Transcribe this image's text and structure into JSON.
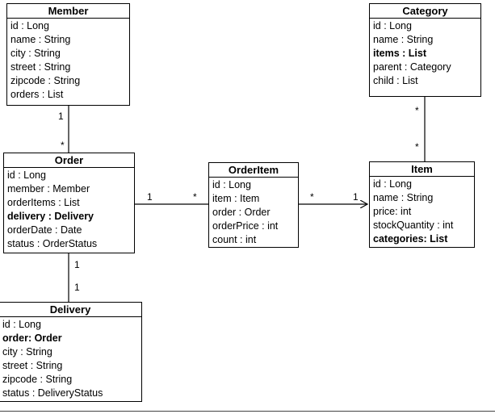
{
  "classes": {
    "member": {
      "name": "Member",
      "attributes": [
        {
          "text": "id : Long",
          "bold": false
        },
        {
          "text": "name : String",
          "bold": false
        },
        {
          "text": "city : String",
          "bold": false
        },
        {
          "text": "street : String",
          "bold": false
        },
        {
          "text": "zipcode : String",
          "bold": false
        },
        {
          "text": "orders : List",
          "bold": false
        }
      ]
    },
    "order": {
      "name": "Order",
      "attributes": [
        {
          "text": "id : Long",
          "bold": false
        },
        {
          "text": "member : Member",
          "bold": false
        },
        {
          "text": "orderItems : List",
          "bold": false
        },
        {
          "text": "delivery : Delivery",
          "bold": true
        },
        {
          "text": "orderDate : Date",
          "bold": false
        },
        {
          "text": "status : OrderStatus",
          "bold": false
        }
      ]
    },
    "delivery": {
      "name": "Delivery",
      "attributes": [
        {
          "text": "id : Long",
          "bold": false
        },
        {
          "text": "order: Order",
          "bold": true
        },
        {
          "text": "city : String",
          "bold": false
        },
        {
          "text": "street : String",
          "bold": false
        },
        {
          "text": "zipcode : String",
          "bold": false
        },
        {
          "text": "status : DeliveryStatus",
          "bold": false
        }
      ]
    },
    "orderitem": {
      "name": "OrderItem",
      "attributes": [
        {
          "text": "id : Long",
          "bold": false
        },
        {
          "text": "item : Item",
          "bold": false
        },
        {
          "text": "order : Order",
          "bold": false
        },
        {
          "text": "orderPrice : int",
          "bold": false
        },
        {
          "text": "count : int",
          "bold": false
        }
      ]
    },
    "category": {
      "name": "Category",
      "attributes": [
        {
          "text": "id : Long",
          "bold": false
        },
        {
          "text": "name : String",
          "bold": false
        },
        {
          "text": "items : List",
          "bold": true
        },
        {
          "text": "parent : Category",
          "bold": false
        },
        {
          "text": "child : List",
          "bold": false
        }
      ]
    },
    "item": {
      "name": "Item",
      "attributes": [
        {
          "text": "id : Long",
          "bold": false
        },
        {
          "text": "name : String",
          "bold": false
        },
        {
          "text": "price: int",
          "bold": false
        },
        {
          "text": "stockQuantity : int",
          "bold": false
        },
        {
          "text": "categories: List",
          "bold": true
        }
      ]
    }
  },
  "associations": {
    "member_order": {
      "from": "1",
      "to": "*"
    },
    "order_orderitem": {
      "from": "1",
      "to": "*"
    },
    "orderitem_item": {
      "from": "*",
      "to": "1"
    },
    "order_delivery": {
      "from": "1",
      "to": "1"
    },
    "category_item": {
      "from": "*",
      "to": "*"
    }
  }
}
